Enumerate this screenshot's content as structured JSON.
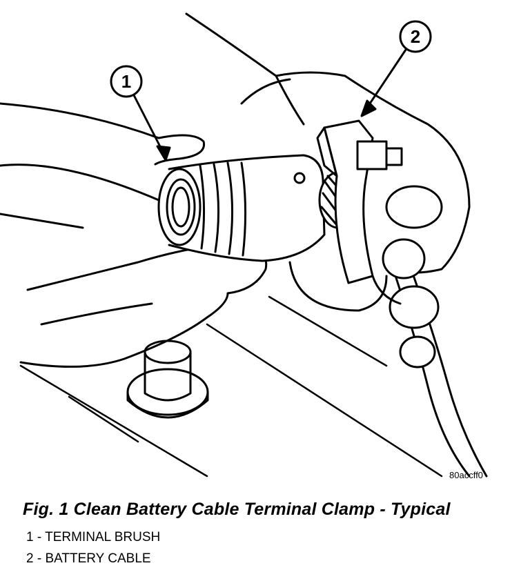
{
  "figure": {
    "code": "80accff0",
    "caption": "Fig. 1 Clean Battery Cable Terminal Clamp - Typical"
  },
  "callouts": [
    {
      "number": "1",
      "label": "TERMINAL BRUSH",
      "legend_text": "1 - TERMINAL BRUSH"
    },
    {
      "number": "2",
      "label": "BATTERY CABLE",
      "legend_text": "2 - BATTERY CABLE"
    }
  ],
  "colors": {
    "ink": "#000000",
    "paper": "#ffffff"
  }
}
